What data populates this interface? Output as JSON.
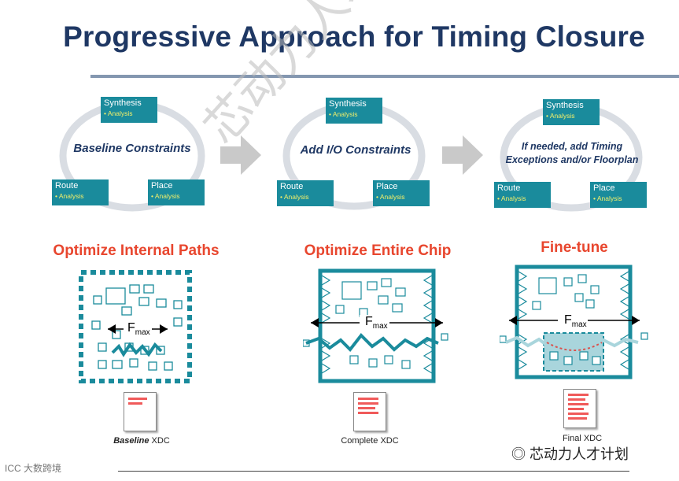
{
  "title": "Progressive Approach for Timing Closure",
  "stages": [
    {
      "center_text_lines": [
        "Baseline Constraints"
      ],
      "synthesis": {
        "name": "Synthesis",
        "analysis": "• Analysis"
      },
      "route": {
        "name": "Route",
        "analysis": "• Analysis"
      },
      "place": {
        "name": "Place",
        "analysis": "• Analysis"
      },
      "heading": "Optimize Internal Paths",
      "fmax_label": "F",
      "fmax_sub": "max",
      "xdc_bold": "Baseline",
      "xdc_label": " XDC"
    },
    {
      "center_text_lines": [
        "Add I/O Constraints"
      ],
      "synthesis": {
        "name": "Synthesis",
        "analysis": "• Analysis"
      },
      "route": {
        "name": "Route",
        "analysis": "• Analysis"
      },
      "place": {
        "name": "Place",
        "analysis": "• Analysis"
      },
      "heading": "Optimize Entire Chip",
      "fmax_label": "F",
      "fmax_sub": "max",
      "xdc_bold": "",
      "xdc_label": "Complete XDC"
    },
    {
      "center_text_lines": [
        "If needed, add Timing",
        "Exceptions and/or Floorplan"
      ],
      "synthesis": {
        "name": "Synthesis",
        "analysis": "• Analysis"
      },
      "route": {
        "name": "Route",
        "analysis": "• Analysis"
      },
      "place": {
        "name": "Place",
        "analysis": "• Analysis"
      },
      "heading": "Fine-tune",
      "fmax_label": "F",
      "fmax_sub": "max",
      "xdc_bold": "",
      "xdc_label": "Final XDC"
    }
  ],
  "watermarks": {
    "left": "ICC 大数跨境",
    "right": "芯动力人才计划",
    "diagonal": "芯动力人才计划"
  },
  "colors": {
    "title": "#1f3864",
    "teal": "#1a8b9c",
    "heading": "#e8462e",
    "analysis": "#f2ef6a"
  }
}
